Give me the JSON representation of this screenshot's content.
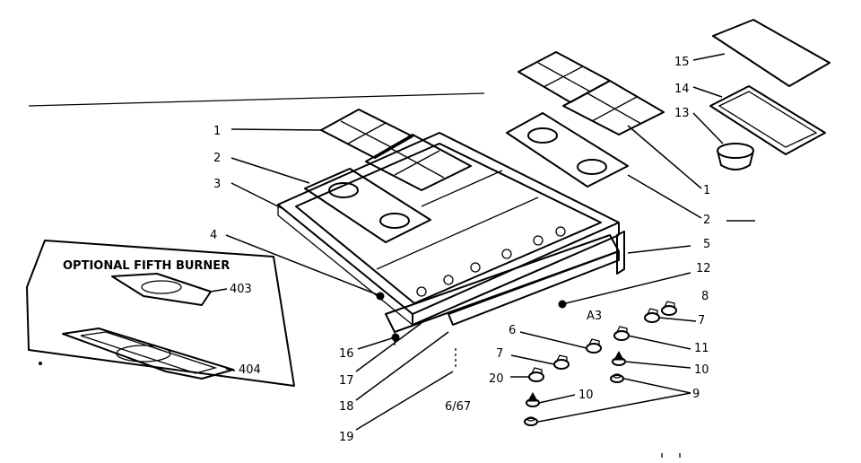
{
  "inset": {
    "title": "OPTIONAL FIFTH BURNER"
  },
  "labels": {
    "l1a": "1",
    "l2a": "2",
    "l3": "3",
    "l4": "4",
    "l15": "15",
    "l14": "14",
    "l13": "13",
    "l1b": "1",
    "l2b": "2",
    "l5": "5",
    "l12": "12",
    "l8": "8",
    "l7a": "7",
    "l11": "11",
    "l10a": "10",
    "l9": "9",
    "l10b": "10",
    "l7b": "7",
    "l6": "6",
    "l20": "20",
    "l16": "16",
    "l17": "17",
    "l18": "18",
    "l19": "19",
    "l403": "403",
    "l404": "404",
    "a3": "A3",
    "date": "6/67"
  }
}
